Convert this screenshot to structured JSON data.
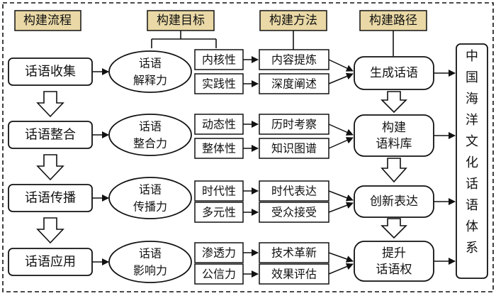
{
  "headers": {
    "process": "构建流程",
    "goal": "构建目标",
    "method": "构建方法",
    "path": "构建路径"
  },
  "header_color": "#ead9a6",
  "process_steps": [
    "话语收集",
    "话语整合",
    "话语传播",
    "话语应用"
  ],
  "goals": [
    [
      "话语",
      "解释力"
    ],
    [
      "话语",
      "整合力"
    ],
    [
      "话语",
      "传播力"
    ],
    [
      "话语",
      "影响力"
    ]
  ],
  "properties": [
    [
      "内核性",
      "实践性"
    ],
    [
      "动态性",
      "整体性"
    ],
    [
      "时代性",
      "多元性"
    ],
    [
      "渗透力",
      "公信力"
    ]
  ],
  "methods": [
    [
      "内容提炼",
      "深度阐述"
    ],
    [
      "历时考察",
      "知识图谱"
    ],
    [
      "时代表达",
      "受众接受"
    ],
    [
      "技术革新",
      "效果评估"
    ]
  ],
  "paths": [
    [
      "生成话语"
    ],
    [
      "构建",
      "语料库"
    ],
    [
      "创新表达"
    ],
    [
      "提升",
      "话语权"
    ]
  ],
  "system": "中国海洋文化话语体系"
}
